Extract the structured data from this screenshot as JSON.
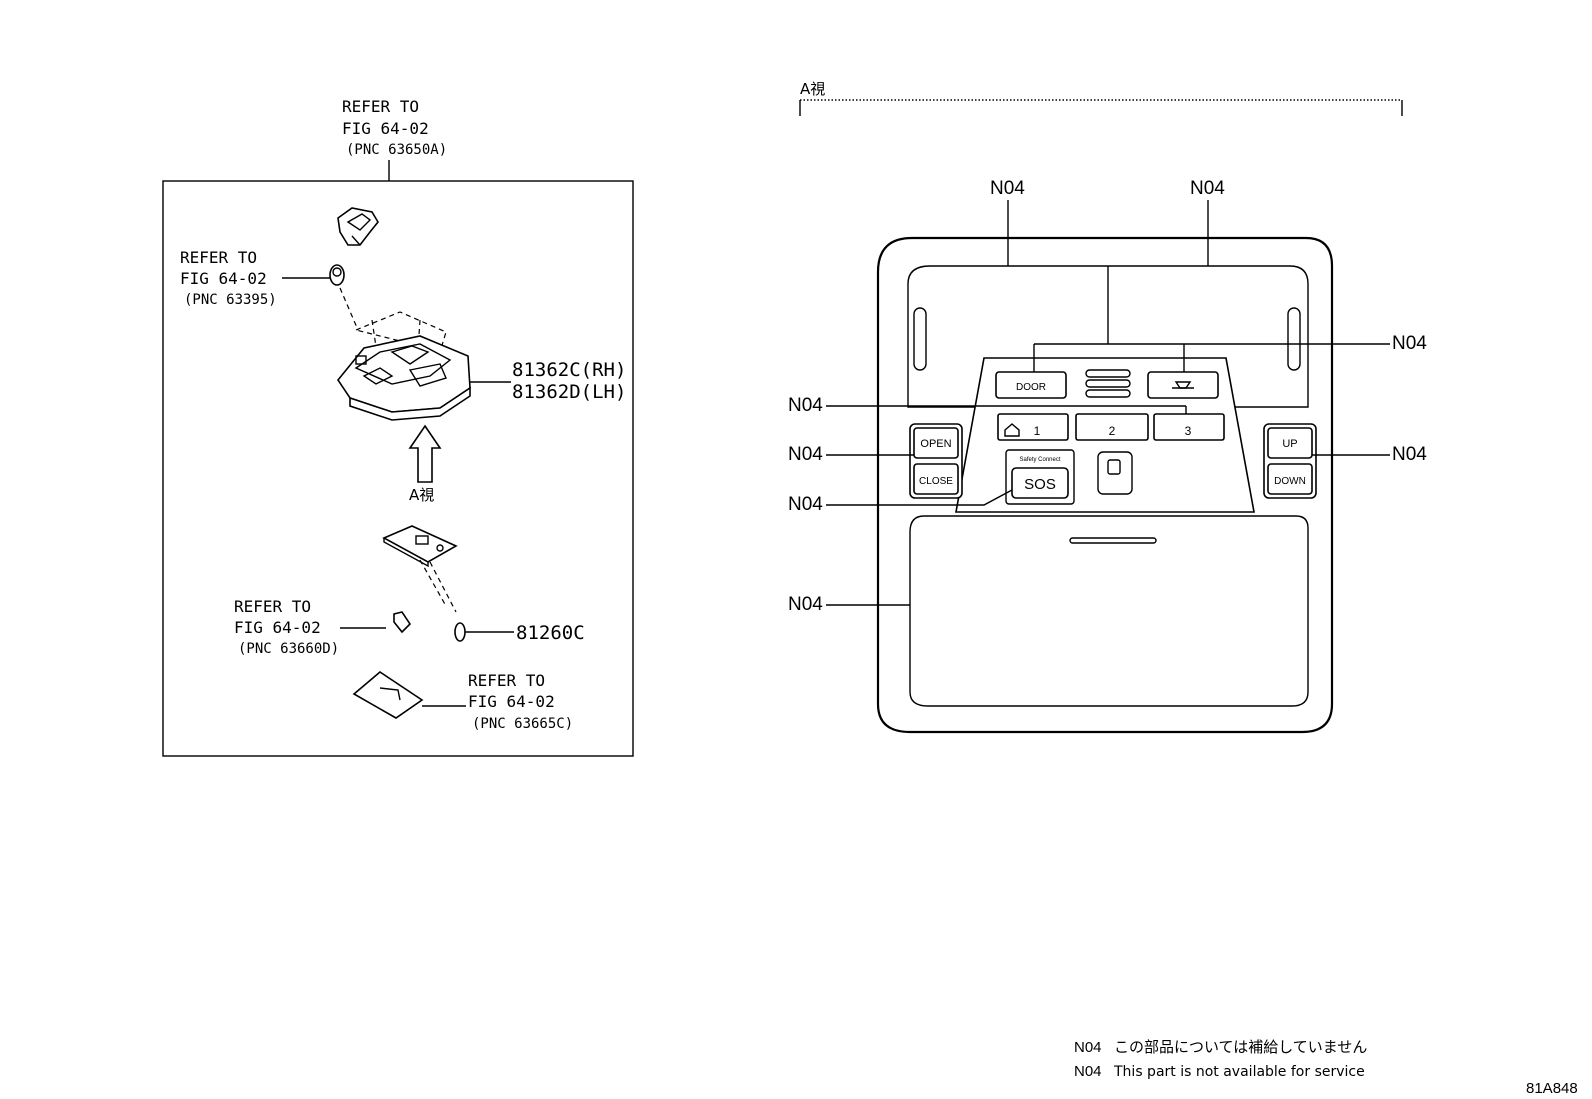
{
  "left_panel": {
    "ref_top": {
      "line1": "REFER TO",
      "line2": "FIG 64-02",
      "line3": "(PNC 63650A)"
    },
    "ref_switch": {
      "line1": "REFER TO",
      "line2": "FIG 64-02",
      "line3": "(PNC 63395)"
    },
    "part_rh": "81362C(RH)",
    "part_lh": "81362D(LH)",
    "view_label": "A視",
    "ref_clip": {
      "line1": "REFER TO",
      "line2": "FIG 64-02",
      "line3": "(PNC 63660D)"
    },
    "bulb_part": "81260C",
    "ref_bracket": {
      "line1": "REFER TO",
      "line2": "FIG 64-02",
      "line3": "(PNC 63665C)"
    }
  },
  "right_panel": {
    "view_label": "A視",
    "callout": "N04",
    "buttons": {
      "door": "DOOR",
      "open": "OPEN",
      "close": "CLOSE",
      "up": "UP",
      "down": "DOWN",
      "sos": "SOS",
      "safety": "Safety Connect",
      "garage1": "1",
      "garage2": "2",
      "garage3": "3"
    }
  },
  "notes": {
    "line1_code": "N04",
    "line1_text": "この部品については補給していません",
    "line2_code": "N04",
    "line2_text": "This part is not available for service"
  },
  "figure_id": "81A848"
}
